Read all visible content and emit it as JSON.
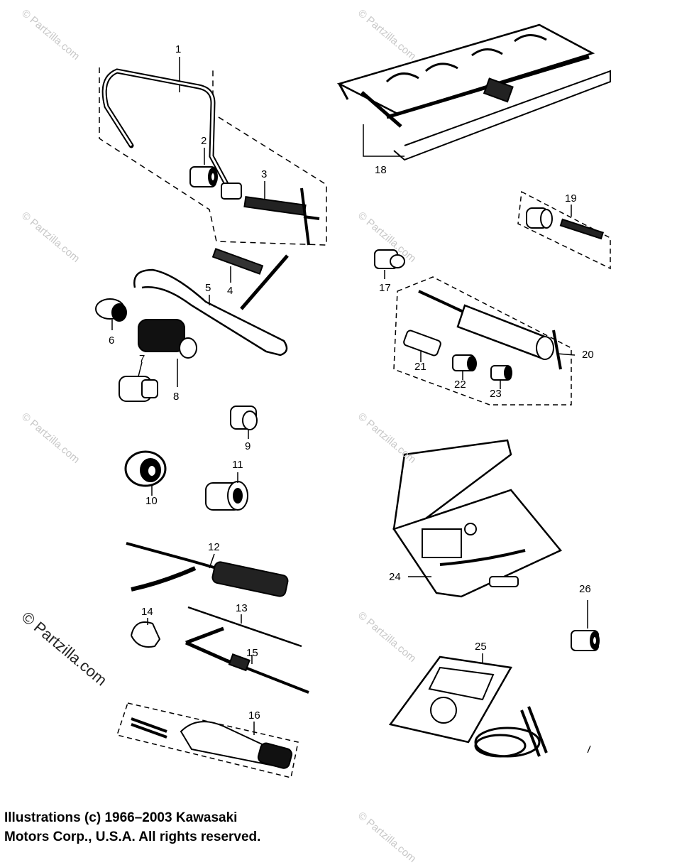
{
  "callouts": {
    "c1": "1",
    "c2": "2",
    "c3": "3",
    "c4": "4",
    "c5": "5",
    "c6": "6",
    "c7": "7",
    "c8": "8",
    "c9": "9",
    "c10": "10",
    "c11": "11",
    "c12": "12",
    "c13": "13",
    "c14": "14",
    "c15": "15",
    "c16": "16",
    "c17": "17",
    "c18": "18",
    "c19": "19",
    "c20": "20",
    "c21": "21",
    "c22": "22",
    "c23": "23",
    "c24": "24",
    "c25": "25",
    "c26": "26"
  },
  "watermark": {
    "small": "© Partzilla.com",
    "large": "© Partzilla.com"
  },
  "copyright": {
    "line1": "Illustrations (c) 1966–2003 Kawasaki",
    "line2": "Motors Corp., U.S.A.  All rights reserved."
  }
}
